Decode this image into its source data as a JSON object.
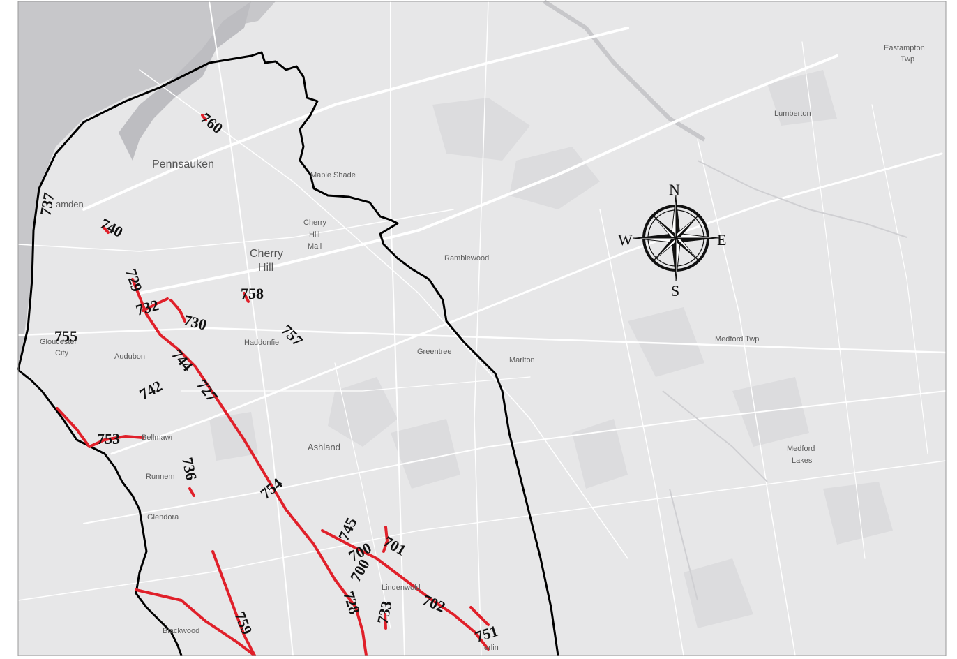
{
  "colors": {
    "land": "#e7e7e8",
    "land_dark": "#dcdcde",
    "water": "#c7c7ca",
    "road": "#ffffff",
    "route": "#e0202a",
    "boundary": "#000000",
    "label": "#111111"
  },
  "places": {
    "pennsauken": "Pennsauken",
    "camden": "amden",
    "maple_shade": "Maple Shade",
    "cherry_hill_mall_1": "Cherry",
    "cherry_hill_mall_2": "Hill",
    "cherry_hill_mall_3": "Mall",
    "cherry_hill_1": "Cherry",
    "cherry_hill_2": "Hill",
    "ramblewood": "Ramblewood",
    "haddonfield": "Haddonfie",
    "gloucester_1": "Gloucester",
    "gloucester_2": "City",
    "audubon": "Audubon",
    "greentree": "Greentree",
    "marlton": "Marlton",
    "medford_twp": "Medford Twp",
    "eastampton_1": "Eastampton",
    "eastampton_2": "Twp",
    "lumberton": "Lumberton",
    "ashland": "Ashland",
    "bellmawr": "Bellmawr",
    "runnemede": "Runnem",
    "glendora": "Glendora",
    "medford_lakes_1": "Medford",
    "medford_lakes_2": "Lakes",
    "lindenwold": "Lindenwold",
    "blackwood": "Blackwood",
    "berlin": "erlin"
  },
  "routes": [
    {
      "id": "760",
      "label": "760"
    },
    {
      "id": "737",
      "label": "737"
    },
    {
      "id": "740",
      "label": "740"
    },
    {
      "id": "729",
      "label": "729"
    },
    {
      "id": "732",
      "label": "732"
    },
    {
      "id": "730",
      "label": "730"
    },
    {
      "id": "758",
      "label": "758"
    },
    {
      "id": "757",
      "label": "757"
    },
    {
      "id": "755",
      "label": "755"
    },
    {
      "id": "744",
      "label": "744"
    },
    {
      "id": "742",
      "label": "742"
    },
    {
      "id": "727",
      "label": "727"
    },
    {
      "id": "753",
      "label": "753"
    },
    {
      "id": "736",
      "label": "736"
    },
    {
      "id": "754",
      "label": "754"
    },
    {
      "id": "745",
      "label": "745"
    },
    {
      "id": "701",
      "label": "701"
    },
    {
      "id": "700a",
      "label": "700"
    },
    {
      "id": "700b",
      "label": "700"
    },
    {
      "id": "728",
      "label": "728"
    },
    {
      "id": "733",
      "label": "733"
    },
    {
      "id": "702",
      "label": "702"
    },
    {
      "id": "751",
      "label": "751"
    },
    {
      "id": "759",
      "label": "759"
    }
  ],
  "compass": {
    "north": "N",
    "south": "S",
    "east": "E",
    "west": "W",
    "icon": "compass-rose-icon"
  }
}
